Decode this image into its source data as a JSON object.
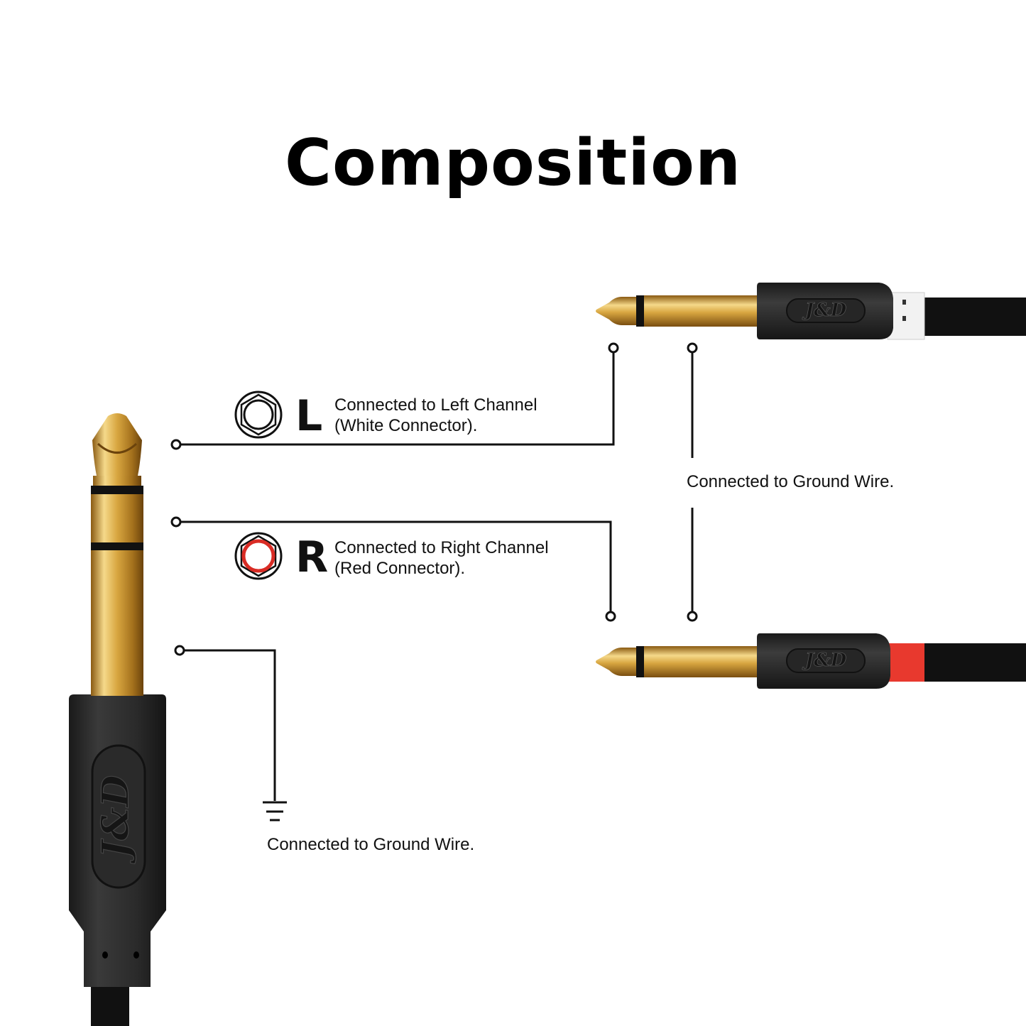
{
  "title": "Composition",
  "left_channel": {
    "letter": "L",
    "line1": "Connected to Left Channel",
    "line2": "(White Connector).",
    "ring_color": "#ffffff"
  },
  "right_channel": {
    "letter": "R",
    "line1": "Connected to Right Channel",
    "line2": "(Red Connector).",
    "ring_color": "#d92c25"
  },
  "ground_left": {
    "label": "Connected to Ground Wire."
  },
  "ground_right": {
    "label": "Connected to Ground Wire."
  },
  "brand_logo": "J&D",
  "colors": {
    "gold": "#c8962e",
    "plug_body": "#2c2c2c",
    "cable": "#111111",
    "white_strain": "#f2f2f2",
    "red_strain": "#e8392e"
  }
}
